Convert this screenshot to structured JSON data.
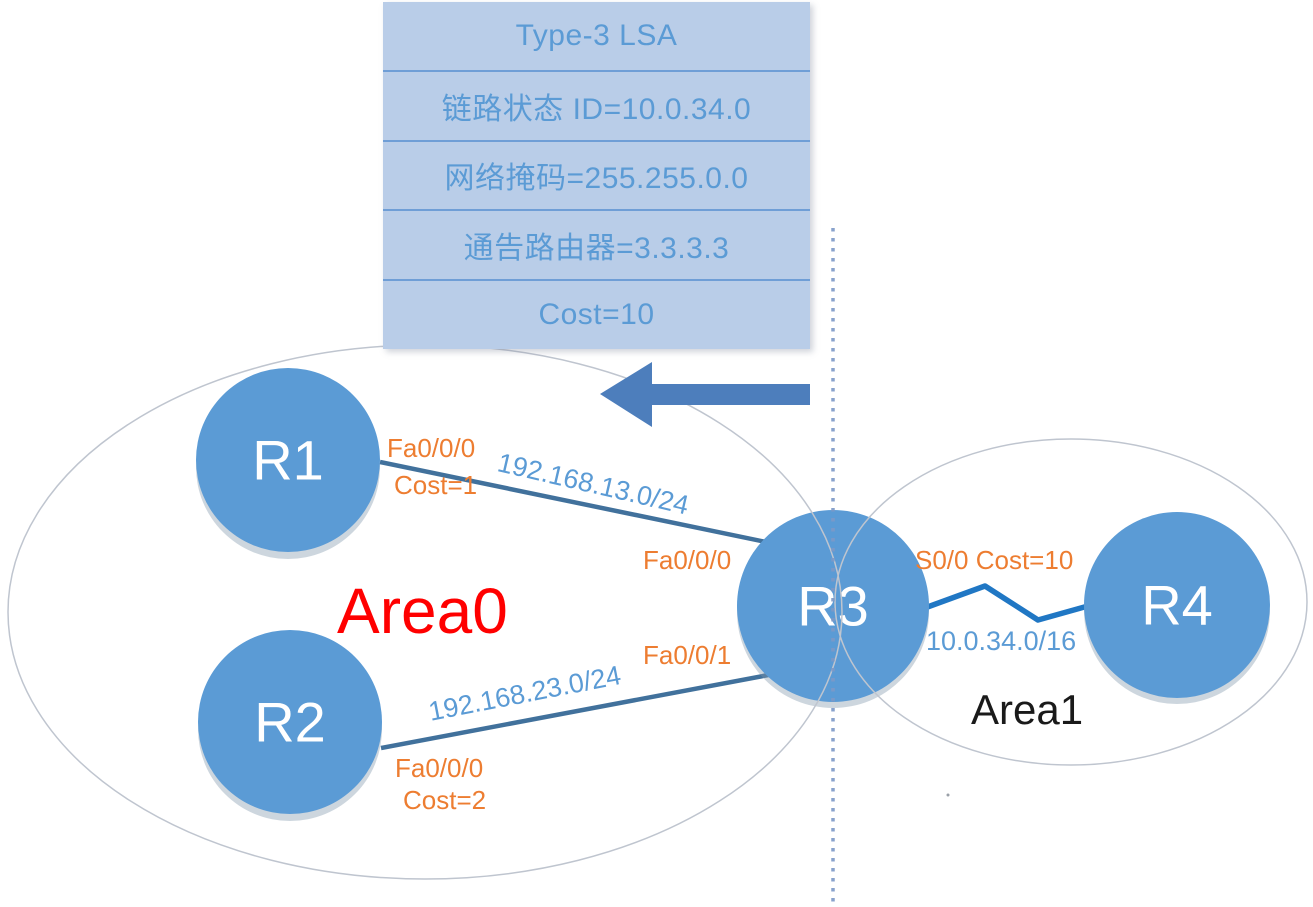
{
  "lsa_box": {
    "header": "Type-3 LSA",
    "rows": [
      {
        "text": "链路状态 ID=10.0.34.0"
      },
      {
        "text": "网络掩码=255.255.0.0"
      },
      {
        "text": "通告路由器=3.3.3.3"
      },
      {
        "text": "Cost=10"
      }
    ]
  },
  "areas": {
    "area0": {
      "label": "Area0"
    },
    "area1": {
      "label": "Area1"
    }
  },
  "routers": {
    "r1": {
      "label": "R1"
    },
    "r2": {
      "label": "R2"
    },
    "r3": {
      "label": "R3"
    },
    "r4": {
      "label": "R4"
    }
  },
  "links": {
    "r1_r3": {
      "network": "192.168.13.0/24",
      "r1_interface": "Fa0/0/0",
      "r1_cost": "Cost=1",
      "r3_interface": "Fa0/0/0"
    },
    "r2_r3": {
      "network": "192.168.23.0/24",
      "r2_interface": "Fa0/0/0",
      "r2_cost": "Cost=2",
      "r3_interface": "Fa0/0/1"
    },
    "r3_r4": {
      "network": "10.0.34.0/16",
      "r3_interface": "S0/0 Cost=10"
    }
  },
  "colors": {
    "router_fill": "#5b9bd5",
    "router_label": "#ffffff",
    "lsa_bg": "#b9cde8",
    "lsa_text": "#5b9bd5",
    "lsa_divider": "#6f9ed6",
    "orange_label": "#ed7d31",
    "blue_label": "#5b9bd5",
    "ethernet_link": "#41719c",
    "serial_link": "#2077c4",
    "area0_label": "#ff0000",
    "area1_label": "#1a1a1a",
    "arrow": "#4d7ebc",
    "boundary_dots": "#7d99c7",
    "area_outline": "#bfc5cf"
  }
}
